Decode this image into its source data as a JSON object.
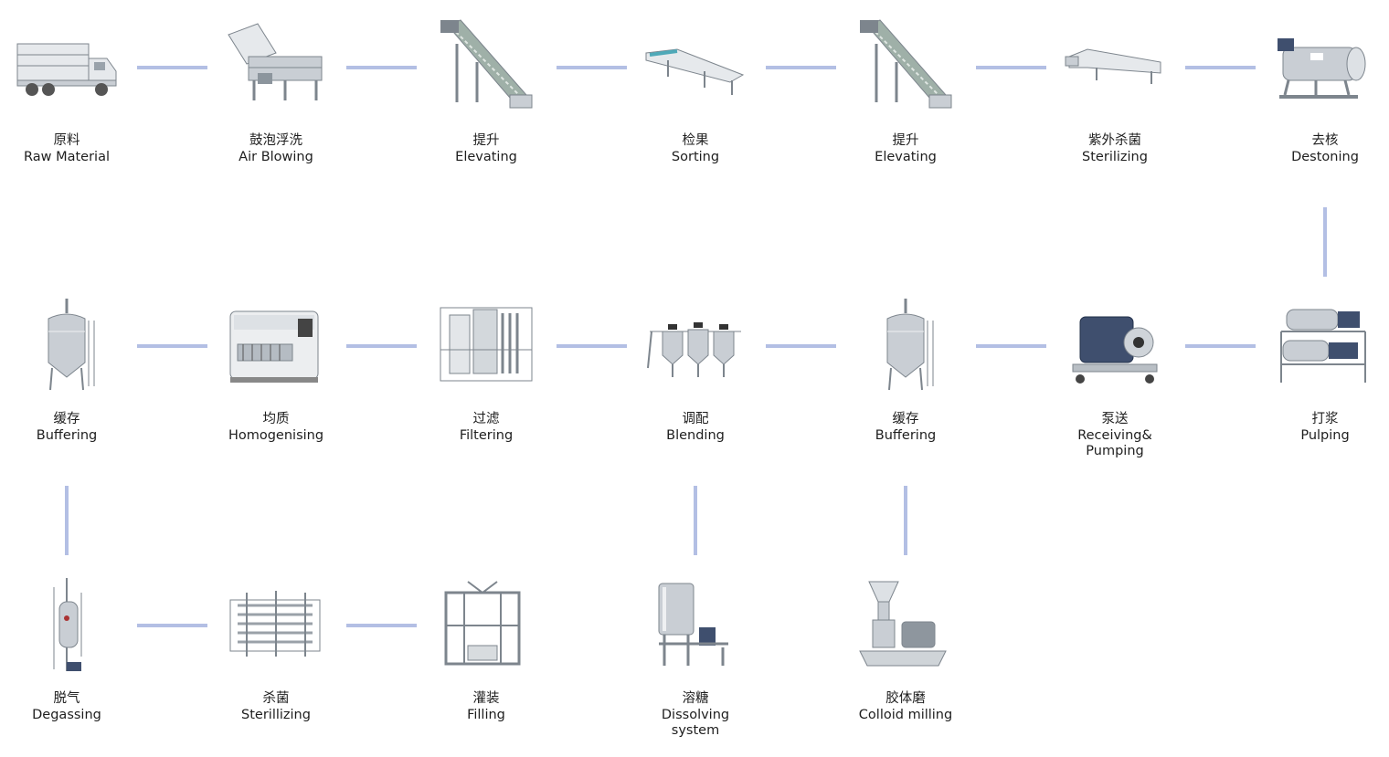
{
  "colors": {
    "connector": "#b3bfe4",
    "metal": "#c9ced4",
    "metal_dark": "#7d858d",
    "motor_blue": "#3f4f6e"
  },
  "rows": [
    [
      {
        "id": "raw-material",
        "cn": "原料",
        "en": "Raw Material",
        "icon": "truck-icon"
      },
      {
        "id": "air-blowing",
        "cn": "鼓泡浮洗",
        "en": "Air Blowing",
        "icon": "washer-icon"
      },
      {
        "id": "elevating-1",
        "cn": "提升",
        "en": "Elevating",
        "icon": "elevator-icon"
      },
      {
        "id": "sorting",
        "cn": "检果",
        "en": "Sorting",
        "icon": "sorting-conveyor-icon"
      },
      {
        "id": "elevating-2",
        "cn": "提升",
        "en": "Elevating",
        "icon": "elevator-icon"
      },
      {
        "id": "sterilizing-uv",
        "cn": "紫外杀菌",
        "en": "Sterilizing",
        "icon": "uv-tunnel-icon"
      },
      {
        "id": "destoning",
        "cn": "去核",
        "en": "Destoning",
        "icon": "destoner-icon"
      }
    ],
    [
      {
        "id": "buffering-1",
        "cn": "缓存",
        "en": "Buffering",
        "icon": "tank-icon"
      },
      {
        "id": "homogenising",
        "cn": "均质",
        "en": "Homogenising",
        "icon": "homogenizer-icon"
      },
      {
        "id": "filtering",
        "cn": "过滤",
        "en": "Filtering",
        "icon": "filter-skid-icon"
      },
      {
        "id": "blending",
        "cn": "调配",
        "en": "Blending",
        "icon": "blending-tanks-icon"
      },
      {
        "id": "buffering-2",
        "cn": "缓存",
        "en": "Buffering",
        "icon": "tank-icon"
      },
      {
        "id": "receiving-pumping",
        "cn": "泵送",
        "en": "Receiving&\nPumping",
        "icon": "pump-icon"
      },
      {
        "id": "pulping",
        "cn": "打浆",
        "en": "Pulping",
        "icon": "pulper-icon"
      }
    ],
    [
      {
        "id": "degassing",
        "cn": "脱气",
        "en": "Degassing",
        "icon": "degasser-icon"
      },
      {
        "id": "sterillizing",
        "cn": "杀菌",
        "en": "Sterillizing",
        "icon": "sterilizer-skid-icon"
      },
      {
        "id": "filling",
        "cn": "灌装",
        "en": "Filling",
        "icon": "filler-frame-icon"
      },
      {
        "id": "dissolving-system",
        "cn": "溶糖",
        "en": "Dissolving\nsystem",
        "icon": "dissolver-icon"
      },
      {
        "id": "colloid-milling",
        "cn": "胶体磨",
        "en": "Colloid milling",
        "icon": "colloid-mill-icon"
      }
    ]
  ]
}
